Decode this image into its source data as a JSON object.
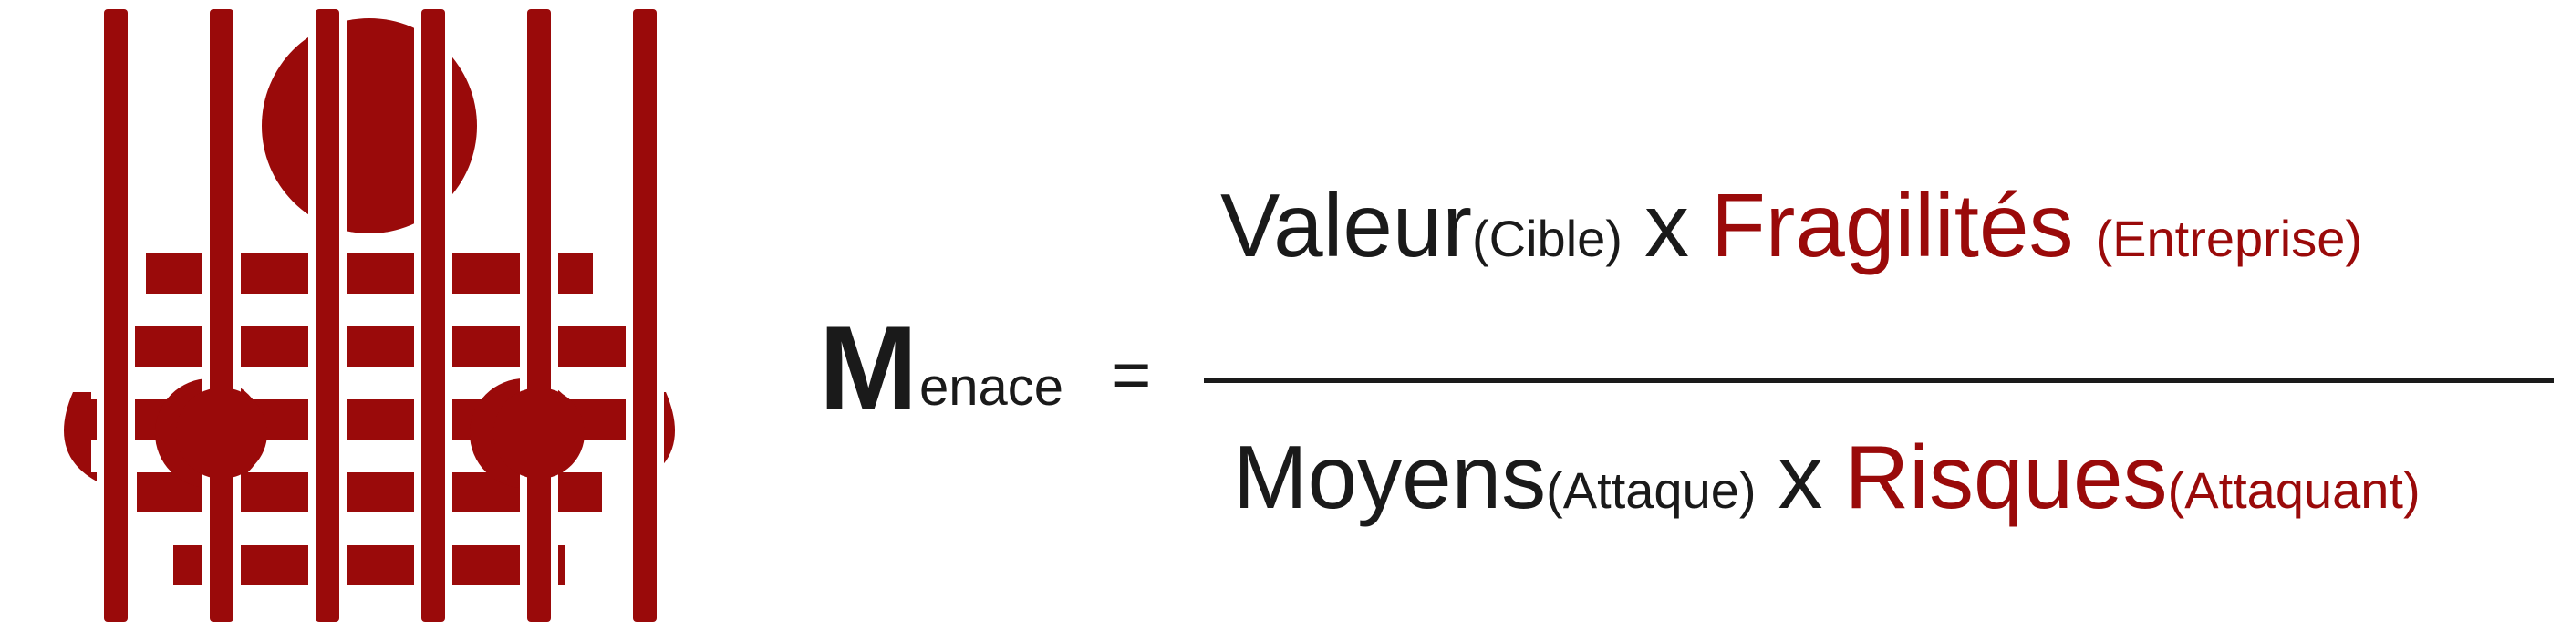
{
  "colors": {
    "accent": "#9a0a0a",
    "text": "#1a1a1a",
    "background": "#ffffff"
  },
  "icon": "prisoner-behind-bars-icon",
  "formula": {
    "lhs_initial": "M",
    "lhs_rest": "enace",
    "equals": "=",
    "numerator": {
      "term1": "Valeur",
      "term1_sub": "(Cible)",
      "operator": "x",
      "term2": "Fragilités",
      "term2_sub": "(Entreprise)"
    },
    "denominator": {
      "term1": "Moyens",
      "term1_sub": "(Attaque)",
      "operator": "x",
      "term2": "Risques",
      "term2_sub": "(Attaquant)"
    }
  }
}
